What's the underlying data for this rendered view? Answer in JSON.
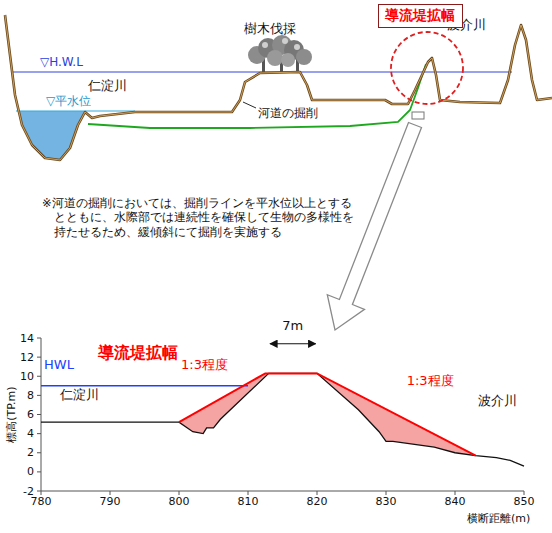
{
  "diagram": {
    "nodes": [
      {
        "text": [
          "導流堤拡幅"
        ]
      }
    ],
    "labels": [
      "樹木伐採",
      "波介川",
      "▽H.W.L",
      "仁淀川",
      "▽平水位",
      "河道の掘削",
      "※河道の掘削においては、掘削ラインを平水位以上とするとともに、水際部では連続性を確保して生物の多様性を持たせるため、緩傾斜にて掘削を実施する",
      "導流堤拡幅",
      "7m",
      "HWL",
      "1:3程度",
      "1:3程度",
      "仁淀川",
      "波介川",
      "標高(TP.m)",
      "横断距離(m)",
      "14",
      "12",
      "10",
      "8",
      "6",
      "4",
      "2",
      "0",
      "-2",
      "780",
      "790",
      "800",
      "810",
      "820",
      "830",
      "840",
      "850"
    ]
  }
}
